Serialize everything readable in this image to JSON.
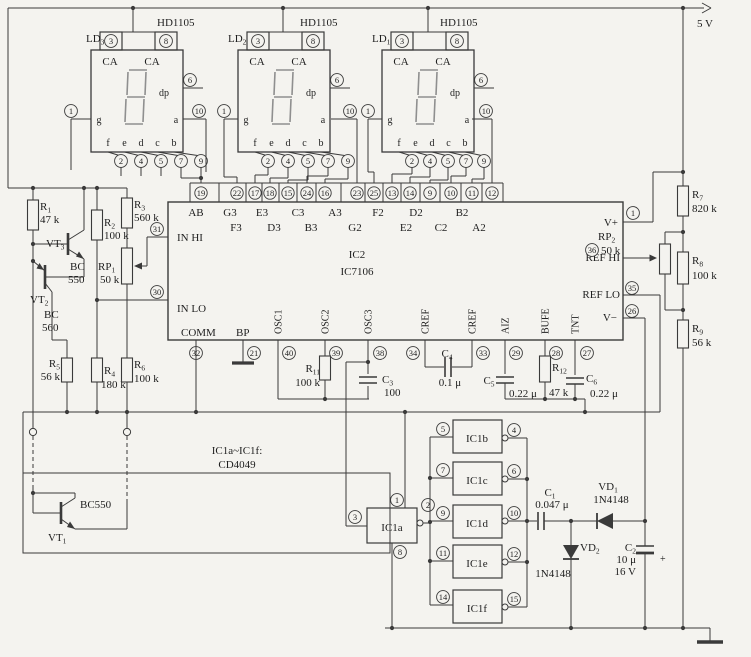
{
  "supply": {
    "label": "5 V"
  },
  "displays": {
    "part_number": "HD1105",
    "ca_label": "CA",
    "dp_label": "dp",
    "letters": {
      "g": "g",
      "f": "f",
      "e": "e",
      "d": "d",
      "c": "c",
      "b": "b",
      "a": "a"
    },
    "items": [
      {
        "ref": "LD",
        "sub": "3",
        "pin_ca1": "3",
        "pin_ca2": "8",
        "pin_g": "1",
        "pin_dp": "6",
        "pin_a": "10",
        "seg_pins": [
          "2",
          "4",
          "5",
          "7",
          "9"
        ]
      },
      {
        "ref": "LD",
        "sub": "2",
        "pin_ca1": "3",
        "pin_ca2": "8",
        "pin_g": "1",
        "pin_dp": "6",
        "pin_a": "10",
        "seg_pins": [
          "2",
          "4",
          "5",
          "7",
          "9"
        ]
      },
      {
        "ref": "LD",
        "sub": "1",
        "pin_ca1": "3",
        "pin_ca2": "8",
        "pin_g": "1",
        "pin_dp": "6",
        "pin_a": "10",
        "seg_pins": [
          "2",
          "4",
          "5",
          "7",
          "9"
        ]
      }
    ]
  },
  "ic2": {
    "ref": "IC2",
    "part": "IC7106",
    "top_pins": [
      "19",
      "22",
      "17",
      "18",
      "15",
      "24",
      "16",
      "23",
      "25",
      "13",
      "14",
      "9",
      "10",
      "11",
      "12"
    ],
    "seg_row1": [
      "AB",
      "G3",
      "E3",
      "C3",
      "A3",
      "F2",
      "D2",
      "B2"
    ],
    "seg_row2": [
      "F3",
      "D3",
      "B3",
      "G2",
      "E2",
      "C2",
      "A2"
    ],
    "left": {
      "in_hi": "IN HI",
      "in_hi_pin": "31",
      "in_lo": "IN LO",
      "in_lo_pin": "30"
    },
    "right": {
      "v_plus": "V+",
      "v_plus_pin": "1",
      "ref_hi": "REF HI",
      "ref_hi_pin": "36",
      "ref_lo": "REF LO",
      "ref_lo_pin": "35",
      "v_minus": "V−",
      "v_minus_pin": "26"
    },
    "bottom": [
      {
        "label": "COMM",
        "pin": "32"
      },
      {
        "label": "BP",
        "pin": "21"
      },
      {
        "label": "OSC1",
        "pin": "40"
      },
      {
        "label": "OSC2",
        "pin": "39"
      },
      {
        "label": "OSC3",
        "pin": "38"
      },
      {
        "label": "CREF",
        "pin": "34"
      },
      {
        "label": "CREF",
        "pin": "33"
      },
      {
        "label": "AIZ",
        "pin": "29"
      },
      {
        "label": "BUFE",
        "pin": "28"
      },
      {
        "label": "TNT",
        "pin": "27"
      }
    ]
  },
  "resistors": {
    "r1": {
      "ref": "R",
      "sub": "1",
      "value": "47 k"
    },
    "r2": {
      "ref": "R",
      "sub": "2",
      "value": "100 k"
    },
    "r3": {
      "ref": "R",
      "sub": "3",
      "value": "560 k"
    },
    "r4": {
      "ref": "R",
      "sub": "4",
      "value": "180 k"
    },
    "r5": {
      "ref": "R",
      "sub": "5",
      "value": "56 k"
    },
    "r6": {
      "ref": "R",
      "sub": "6",
      "value": "100 k"
    },
    "r7": {
      "ref": "R",
      "sub": "7",
      "value": "820 k"
    },
    "r8": {
      "ref": "R",
      "sub": "8",
      "value": "100 k"
    },
    "r9": {
      "ref": "R",
      "sub": "9",
      "value": "56 k"
    },
    "r11": {
      "ref": "R",
      "sub": "11",
      "value": "100 k"
    },
    "r12": {
      "ref": "R",
      "sub": "12",
      "value": "47 k"
    }
  },
  "potentiometers": {
    "rp1": {
      "ref": "RP",
      "sub": "1",
      "value": "50 k"
    },
    "rp2": {
      "ref": "RP",
      "sub": "2",
      "value": "50 k"
    }
  },
  "capacitors": {
    "c1": {
      "ref": "C",
      "sub": "1",
      "value": "0.047 μ"
    },
    "c2": {
      "ref": "C",
      "sub": "2",
      "value": "10 μ",
      "value2": "16 V",
      "polarity": "+"
    },
    "c3": {
      "ref": "C",
      "sub": "3",
      "value": "100"
    },
    "c4": {
      "ref": "C",
      "sub": "4",
      "value": "0.1 μ"
    },
    "c5": {
      "ref": "C",
      "sub": "5",
      "value": "0.22 μ"
    },
    "c6": {
      "ref": "C",
      "sub": "6",
      "value": "0.22 μ"
    }
  },
  "diodes": {
    "vd1": {
      "ref": "VD",
      "sub": "1",
      "part": "1N4148"
    },
    "vd2": {
      "ref": "VD",
      "sub": "2",
      "part": "1N4148"
    }
  },
  "transistors": {
    "vt1": {
      "ref": "VT",
      "sub": "1",
      "part": "BC550"
    },
    "vt2": {
      "ref": "VT",
      "sub": "2",
      "part_line1": "BC",
      "part_line2": "560"
    },
    "vt3": {
      "ref": "VT",
      "sub": "3",
      "part_line1": "BC",
      "part_line2": "550"
    }
  },
  "inverters": {
    "note_line1": "IC1a~IC1f:",
    "note_line2": "CD4049",
    "items": {
      "a": {
        "name": "IC1a",
        "in": "3",
        "out": "2",
        "vdd": "1",
        "vss": "8"
      },
      "b": {
        "name": "IC1b",
        "in": "5",
        "out": "4"
      },
      "c": {
        "name": "IC1c",
        "in": "7",
        "out": "6"
      },
      "d": {
        "name": "IC1d",
        "in": "9",
        "out": "10"
      },
      "e": {
        "name": "IC1e",
        "in": "11",
        "out": "12"
      },
      "f": {
        "name": "IC1f",
        "in": "14",
        "out": "15"
      }
    }
  }
}
